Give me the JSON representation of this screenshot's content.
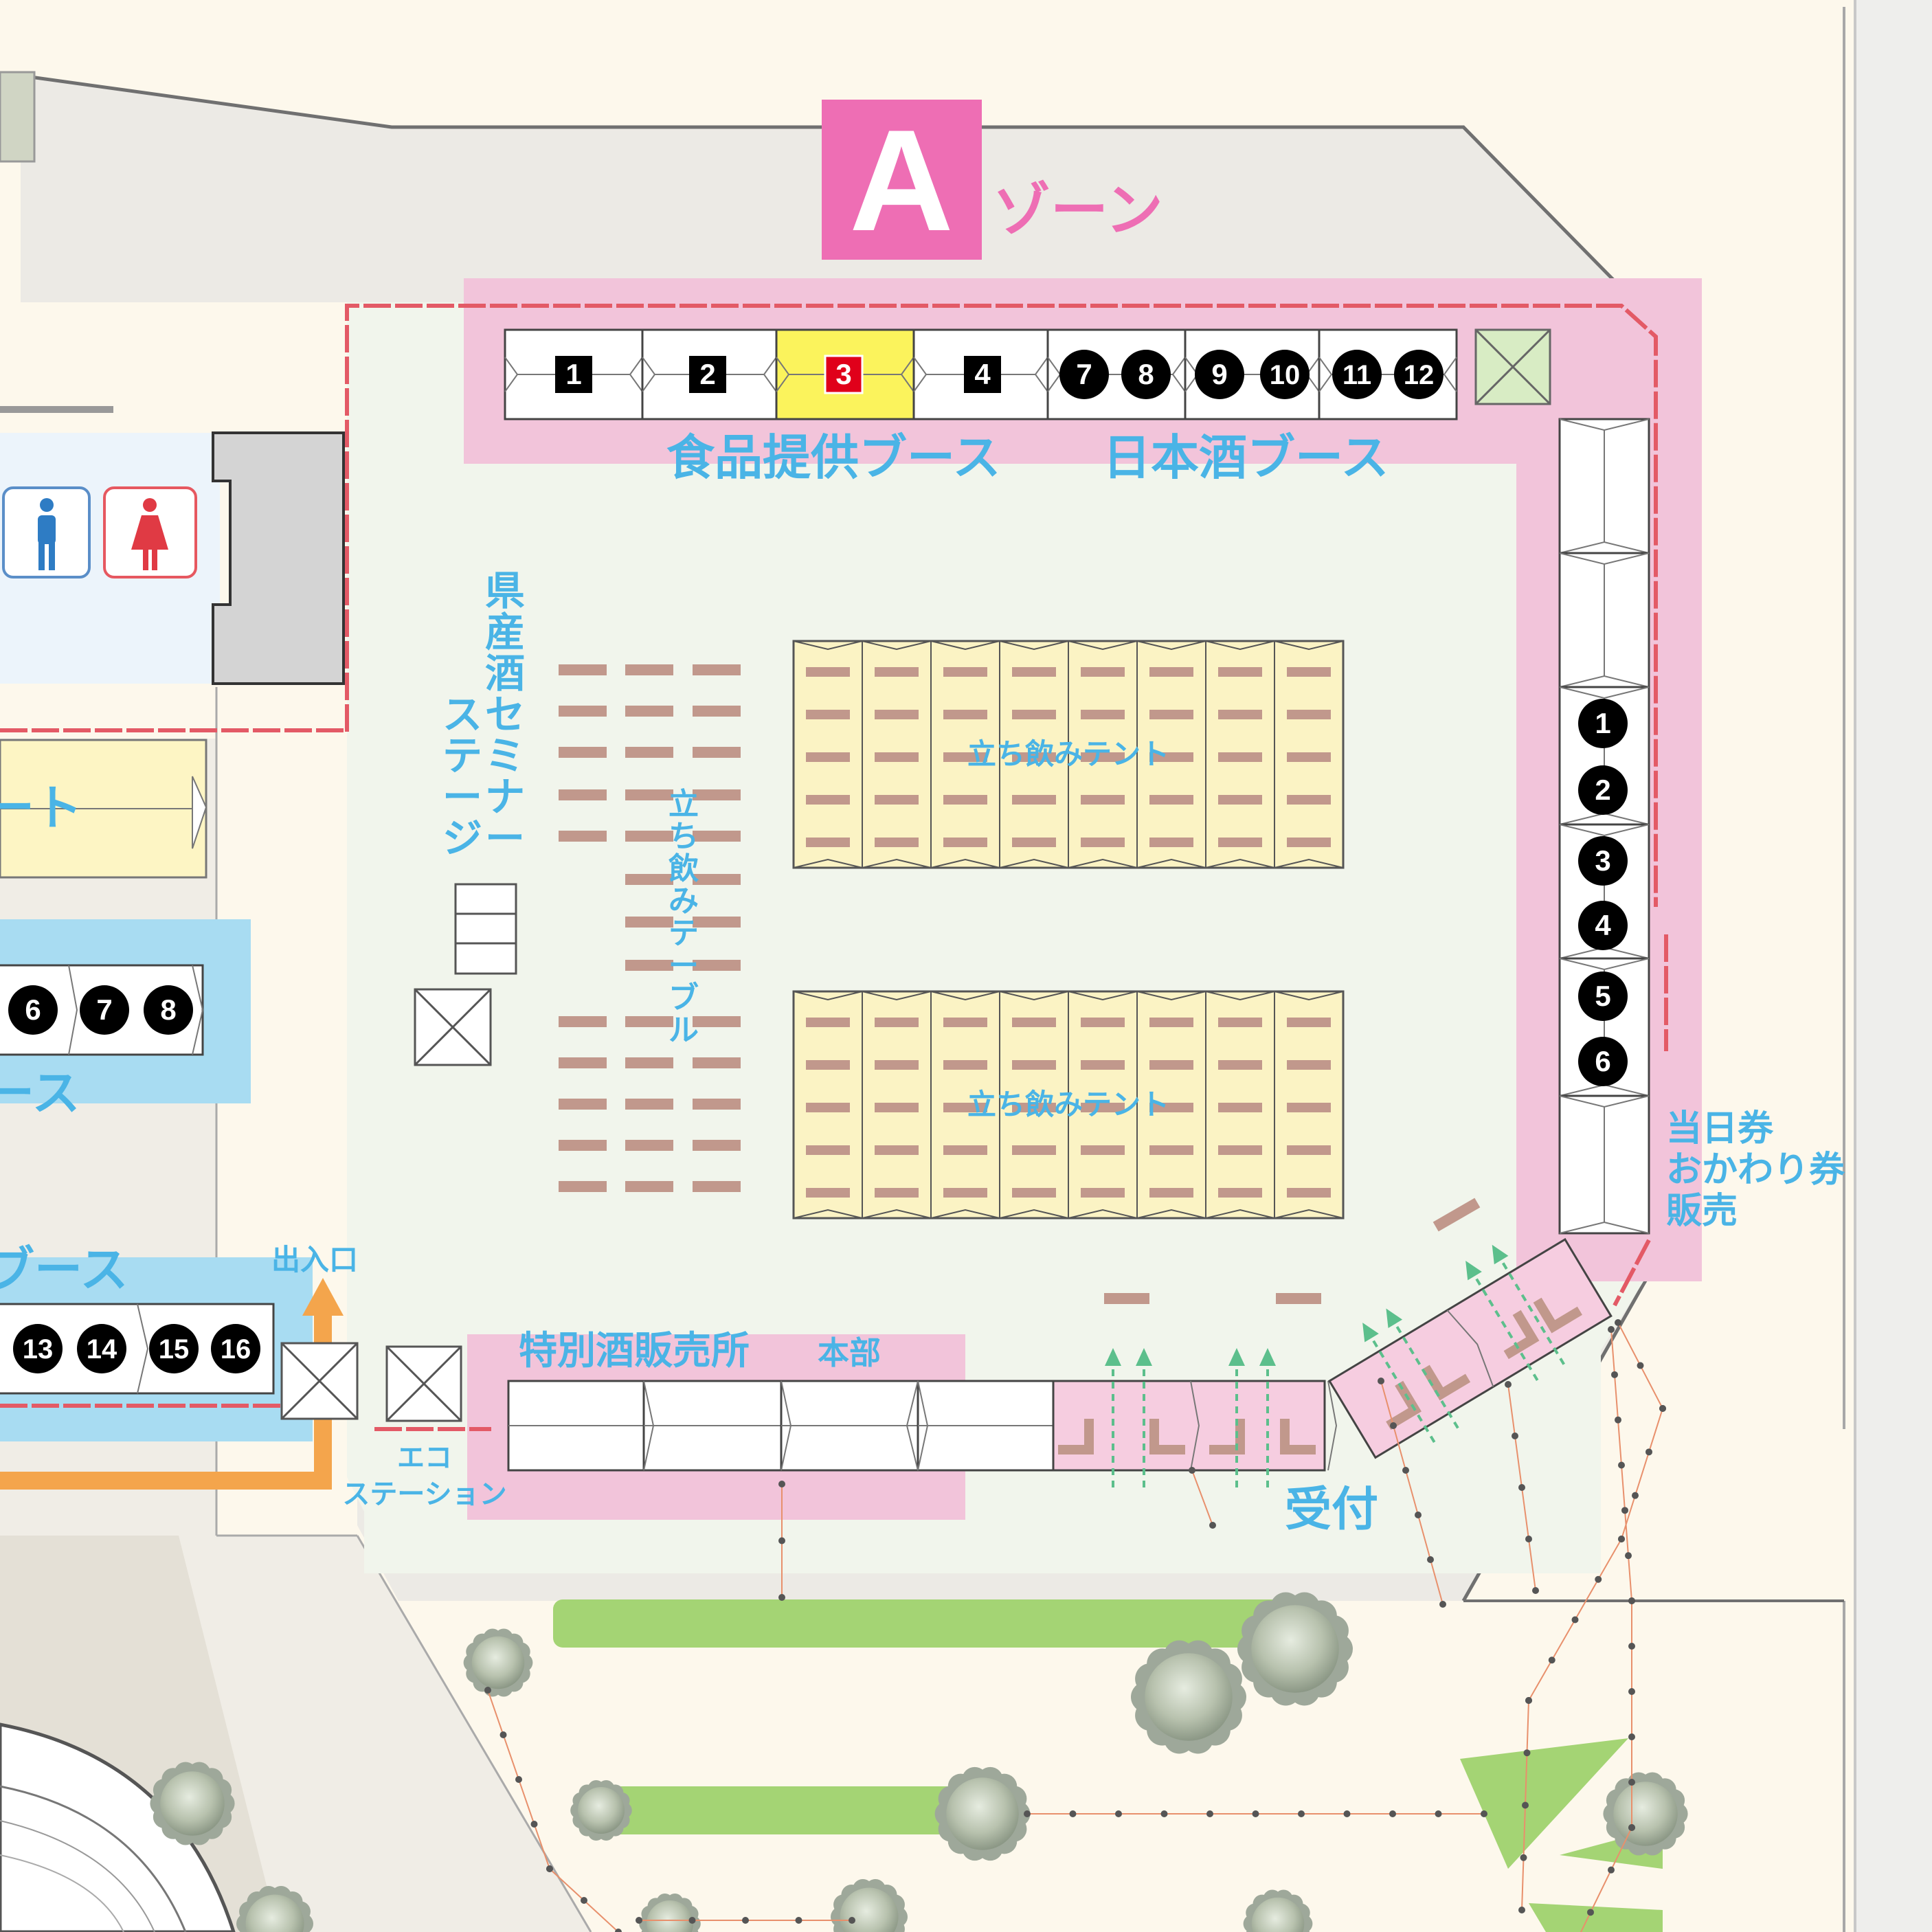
{
  "zone": {
    "letter": "A",
    "suffix": "ゾーン"
  },
  "labels": {
    "food_booth": "食品提供ブース",
    "sake_booth": "日本酒ブース",
    "seminar_stage": "県産酒セミナーステージ",
    "standing_table": "立ち飲みテーブル",
    "tent_top": "立ち飲みテント",
    "tent_bottom": "立ち飲みテント",
    "special_sales": "特別酒販売所",
    "hq": "本部",
    "reception": "受付",
    "entrance": "出入口",
    "eco_1": "エコ",
    "eco_2": "ステーション",
    "ticket_1": "当日券",
    "ticket_2": "おかわり券",
    "ticket_3": "販売",
    "left_booth_1": "ート",
    "left_booth_2": "ース",
    "left_booth_3": "ブース"
  },
  "top_booths": [
    "1",
    "2",
    "3",
    "4",
    "7",
    "8",
    "9",
    "10",
    "11",
    "12"
  ],
  "right_booths": [
    "1",
    "2",
    "3",
    "4",
    "5",
    "6"
  ],
  "left_mid_booths": [
    "6",
    "7",
    "8"
  ],
  "left_bottom_booths": [
    "13",
    "14",
    "15",
    "16"
  ],
  "highlight_booth": "3",
  "colors": {
    "zone_pink": "#ee6eb4",
    "booth_area_pink": "#f2c4da",
    "label_blue": "#4ab4e6",
    "tent_yellow": "#fbf3c4",
    "highlight_yellow": "#fbf35c",
    "highlight_red": "#e0001a",
    "table_brown": "#c1988c",
    "arrow_green": "#5cbf8c",
    "entrance_orange": "#f4a54c"
  },
  "icons": [
    "male-restroom-icon",
    "female-restroom-icon",
    "x-box-icon",
    "tree-icon",
    "arrow-up-icon"
  ]
}
